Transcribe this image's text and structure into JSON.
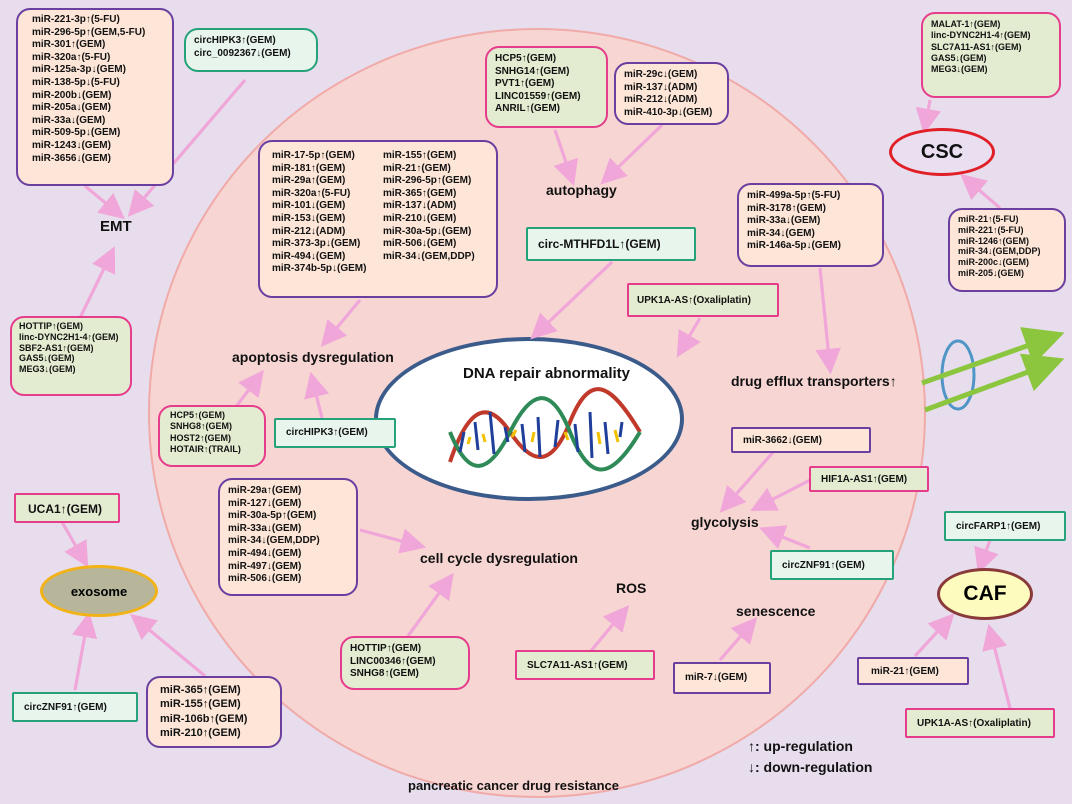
{
  "title": "pancreatic cancer drug resistance",
  "core": "DNA repair abnormality",
  "nodes": {
    "emt": "EMT",
    "autophagy": "autophagy",
    "apoptosis": "apoptosis dysregulation",
    "efflux": "drug efflux transporters↑",
    "cellcycle": "cell cycle dysregulation",
    "glycolysis": "glycolysis",
    "ros": "ROS",
    "senescence": "senescence",
    "csc": "CSC",
    "caf": "CAF",
    "exosome": "exosome"
  },
  "lists": {
    "emt_mirs": [
      "miR-221-3p↑(5-FU)",
      "miR-296-5p↑(GEM,5-FU)",
      "miR-301↑(GEM)",
      "miR-320a↑(5-FU)",
      "miR-125a-3p↓(GEM)",
      "miR-138-5p↓(5-FU)",
      "miR-200b↓(GEM)",
      "miR-205a↓(GEM)",
      "miR-33a↓(GEM)",
      "miR-509-5p↓(GEM)",
      "miR-1243↓(GEM)",
      "miR-3656↓(GEM)"
    ],
    "emt_circs": [
      "circHIPK3↑(GEM)",
      "circ_0092367↓(GEM)"
    ],
    "emt_lncs": [
      "HOTTIP↑(GEM)",
      "linc-DYNC2H1-4↑(GEM)",
      "SBF2-AS1↑(GEM)",
      "GAS5↓(GEM)",
      "MEG3↓(GEM)"
    ],
    "autophagy_lncs": [
      "HCP5↑(GEM)",
      "SNHG14↑(GEM)",
      "PVT1↑(GEM)",
      "LINC01559↑(GEM)",
      "ANRIL↑(GEM)"
    ],
    "autophagy_mirs": [
      "miR-29c↓(GEM)",
      "miR-137↓(ADM)",
      "miR-212↓(ADM)",
      "miR-410-3p↓(GEM)"
    ],
    "apoptosis_mirs_left": [
      "miR-17-5p↑(GEM)",
      "miR-181↑(GEM)",
      "miR-29a↑(GEM)",
      "miR-320a↑(5-FU)",
      "miR-101↓(GEM)",
      "miR-153↓(GEM)",
      "miR-212↓(ADM)",
      "miR-373-3p↓(GEM)",
      "miR-494↓(GEM)",
      "miR-374b-5p↓(GEM)"
    ],
    "apoptosis_mirs_right": [
      "miR-155↑(GEM)",
      "miR-21↑(GEM)",
      "miR-296-5p↑(GEM)",
      "miR-365↑(GEM)",
      "miR-137↓(ADM)",
      "miR-210↓(GEM)",
      "miR-30a-5p↓(GEM)",
      "miR-506↓(GEM)",
      "miR-34↓(GEM,DDP)"
    ],
    "apoptosis_lncs": [
      "HCP5↑(GEM)",
      "SNHG8↑(GEM)",
      "HOST2↑(GEM)",
      "HOTAIR↑(TRAIL)"
    ],
    "apoptosis_circ": "circHIPK3↑(GEM)",
    "dna_circ": "circ-MTHFD1L↑(GEM)",
    "dna_lnc": "UPK1A-AS↑(Oxaliplatin)",
    "efflux_mirs": [
      "miR-499a-5p↑(5-FU)",
      "miR-3178↑(GEM)",
      "miR-33a↓(GEM)",
      "miR-34↓(GEM)",
      "miR-146a-5p↓(GEM)"
    ],
    "csc_lncs": [
      "MALAT-1↑(GEM)",
      "linc-DYNC2H1-4↑(GEM)",
      "SLC7A11-AS1↑(GEM)",
      "GAS5↓(GEM)",
      "MEG3↓(GEM)"
    ],
    "csc_mirs": [
      "miR-21↑(5-FU)",
      "miR-221↑(5-FU)",
      "miR-1246↑(GEM)",
      "miR-34↓(GEM,DDP)",
      "miR-200c↓(GEM)",
      "miR-205↓(GEM)"
    ],
    "cellcycle_mirs": [
      "miR-29a↑(GEM)",
      "miR-127↓(GEM)",
      "miR-30a-5p↑(GEM)",
      "miR-33a↓(GEM)",
      "miR-34↓(GEM,DDP)",
      "miR-494↓(GEM)",
      "miR-497↓(GEM)",
      "miR-506↓(GEM)"
    ],
    "cellcycle_lncs": [
      "HOTTIP↑(GEM)",
      "LINC00346↑(GEM)",
      "SNHG8↑(GEM)"
    ],
    "glycolysis_mir": "miR-3662↓(GEM)",
    "glycolysis_lnc": "HIF1A-AS1↑(GEM)",
    "glycolysis_circ": "circZNF91↑(GEM)",
    "ros_lnc": "SLC7A11-AS1↑(GEM)",
    "senescence_mir": "miR-7↓(GEM)",
    "caf_circ": "circFARP1↑(GEM)",
    "caf_mir": "miR-21↑(GEM)",
    "caf_lnc": "UPK1A-AS↑(Oxaliplatin)",
    "exosome_lnc": "UCA1↑(GEM)",
    "exosome_circ": "circZNF91↑(GEM)",
    "exosome_mirs": [
      "miR-365↑(GEM)",
      "miR-155↑(GEM)",
      "miR-106b↑(GEM)",
      "miR-210↑(GEM)"
    ]
  },
  "legend": {
    "up": "↑: up-regulation",
    "down": "↓: down-regulation"
  },
  "colors": {
    "background": "#e7dded",
    "circle_fill": "#f6d5d3",
    "mirna_border": "#6a3fa0",
    "lncrna_border": "#e63c8c",
    "circrna_border": "#26a27a",
    "arrow": "#f0a6d8",
    "csc_border": "#e01f26",
    "caf_fill": "#fdfbbd",
    "exosome_fill": "#b7b59a",
    "exosome_border": "#f2b318",
    "transporter_arrow": "#8cc63f"
  }
}
